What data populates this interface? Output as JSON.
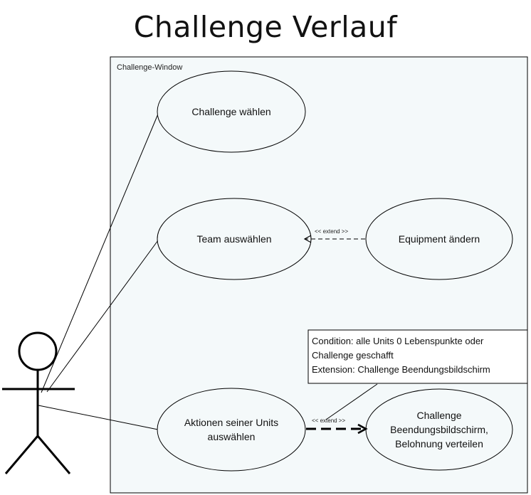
{
  "title": "Challenge Verlauf",
  "system_boundary": {
    "label": "Challenge-Window"
  },
  "use_cases": {
    "challenge_waehlen": "Challenge wählen",
    "team_auswaehlen": "Team auswählen",
    "equipment_aendern": "Equipment ändern",
    "aktionen_line1": "Aktionen seiner Units",
    "aktionen_line2": "auswählen",
    "beendung_line1": "Challenge",
    "beendung_line2": "Beendungsbildschirm,",
    "beendung_line3": "Belohnung verteilen"
  },
  "relations": {
    "extend_label_1": "<< extend >>",
    "extend_label_2": "<< extend >>"
  },
  "note": {
    "line1": "Condition: alle Units 0 Lebenspunkte oder",
    "line2": "Challenge geschafft",
    "line3": "Extension: Challenge Beendungsbildschirm"
  },
  "colors": {
    "background": "#ffffff",
    "boundary_fill": "#f4f9fa",
    "stroke": "#000000"
  }
}
